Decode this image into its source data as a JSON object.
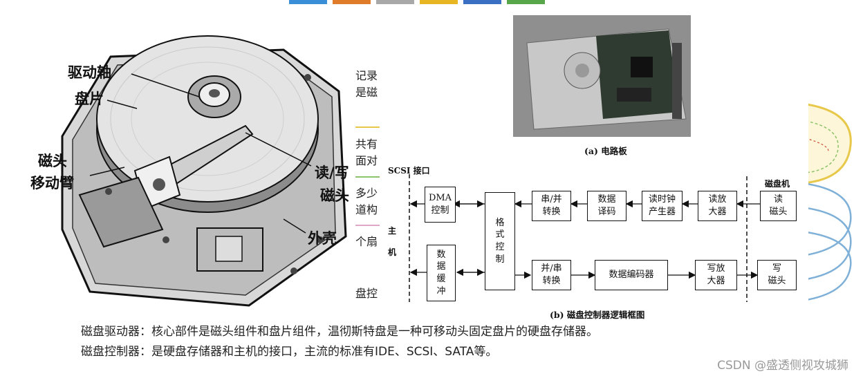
{
  "top_tabs": [
    "#3a8fd8",
    "#e07b2a",
    "#a8a8a8",
    "#e8b623",
    "#3b6fc4",
    "#58a64a"
  ],
  "hdd_figure": {
    "labels": {
      "spindle": "驱动轴",
      "platter": "盘片",
      "head_arm_1": "磁头",
      "head_arm_2": "移动臂",
      "rw_head_1": "读/写",
      "rw_head_2": "磁头",
      "case": "外壳"
    }
  },
  "background_text": [
    "记录",
    "是磁",
    "共有",
    "面对",
    "多少",
    "道构",
    "个扇",
    "盘控"
  ],
  "panel": {
    "photo_caption": "(a) 电路板",
    "diagram_caption": "(b) 磁盘控制器逻辑框图",
    "scsi_label": "SCSI 接口",
    "host_label": "主\n\n机",
    "disk_label": "磁盘机",
    "boxes": {
      "dma": "DMA\n控制",
      "buffer": "数\n据\n缓\n冲",
      "format": "格\n式\n控\n制",
      "sp": "串/并\n转换",
      "decode": "数据\n译码",
      "clock": "读时钟\n产生器",
      "read_amp": "读放\n大器",
      "read_head": "读\n磁头",
      "ps": "并/串\n转换",
      "encoder": "数据编码器",
      "write_amp": "写放\n大器",
      "write_head": "写\n磁头"
    }
  },
  "footer": {
    "line1": "磁盘驱动器：核心部件是磁头组件和盘片组件，温彻斯特盘是一种可移动头固定盘片的硬盘存储器。",
    "line2": "磁盘控制器：是硬盘存储器和主机的接口，主流的标准有IDE、SCSI、SATA等。"
  },
  "watermark": "CSDN @盛透侧视攻城狮"
}
